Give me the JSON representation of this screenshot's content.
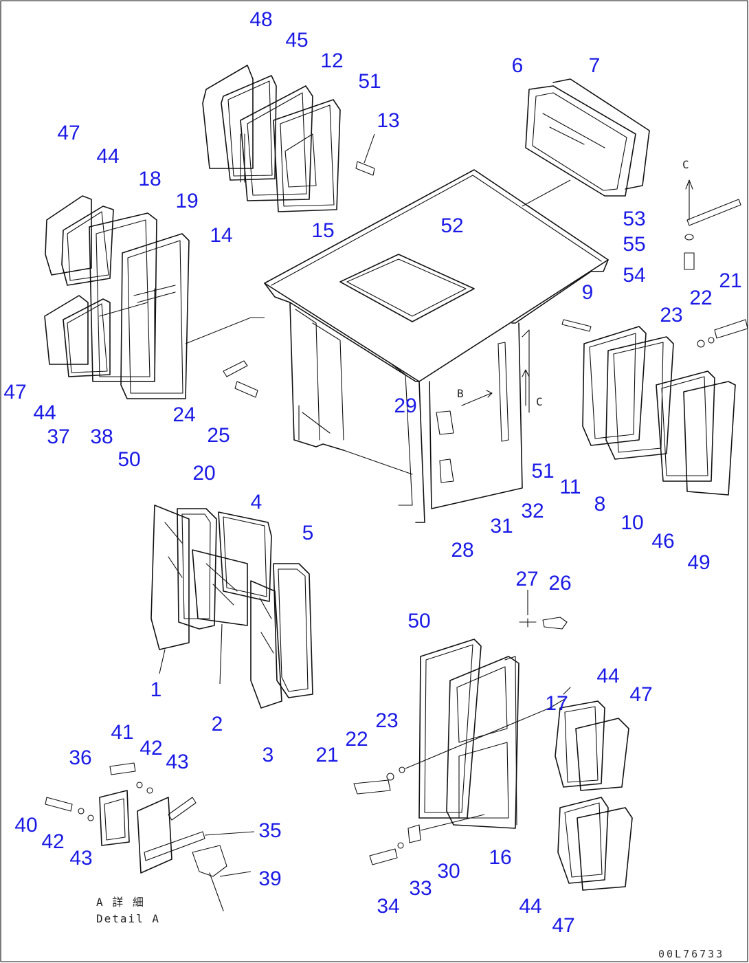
{
  "diagram": {
    "callouts": [
      {
        "id": "c48",
        "text": "48"
      },
      {
        "id": "c45",
        "text": "45"
      },
      {
        "id": "c12",
        "text": "12"
      },
      {
        "id": "c51a",
        "text": "51"
      },
      {
        "id": "c13",
        "text": "13"
      },
      {
        "id": "c6",
        "text": "6"
      },
      {
        "id": "c7",
        "text": "7"
      },
      {
        "id": "c47a",
        "text": "47"
      },
      {
        "id": "c44a",
        "text": "44"
      },
      {
        "id": "c18",
        "text": "18"
      },
      {
        "id": "c19",
        "text": "19"
      },
      {
        "id": "c14",
        "text": "14"
      },
      {
        "id": "c15",
        "text": "15"
      },
      {
        "id": "c52",
        "text": "52"
      },
      {
        "id": "c53",
        "text": "53"
      },
      {
        "id": "c55",
        "text": "55"
      },
      {
        "id": "c54",
        "text": "54"
      },
      {
        "id": "c21a",
        "text": "21"
      },
      {
        "id": "c22a",
        "text": "22"
      },
      {
        "id": "c23a",
        "text": "23"
      },
      {
        "id": "c9",
        "text": "9"
      },
      {
        "id": "c47b",
        "text": "47"
      },
      {
        "id": "c44b",
        "text": "44"
      },
      {
        "id": "c37",
        "text": "37"
      },
      {
        "id": "c38",
        "text": "38"
      },
      {
        "id": "c50a",
        "text": "50"
      },
      {
        "id": "c24",
        "text": "24"
      },
      {
        "id": "c25",
        "text": "25"
      },
      {
        "id": "c29",
        "text": "29"
      },
      {
        "id": "c51b",
        "text": "51"
      },
      {
        "id": "c11",
        "text": "11"
      },
      {
        "id": "c8",
        "text": "8"
      },
      {
        "id": "c10",
        "text": "10"
      },
      {
        "id": "c46",
        "text": "46"
      },
      {
        "id": "c49",
        "text": "49"
      },
      {
        "id": "c31",
        "text": "31"
      },
      {
        "id": "c32",
        "text": "32"
      },
      {
        "id": "c28",
        "text": "28"
      },
      {
        "id": "c20",
        "text": "20"
      },
      {
        "id": "c4",
        "text": "4"
      },
      {
        "id": "c5",
        "text": "5"
      },
      {
        "id": "c1",
        "text": "1"
      },
      {
        "id": "c2",
        "text": "2"
      },
      {
        "id": "c3",
        "text": "3"
      },
      {
        "id": "c27",
        "text": "27"
      },
      {
        "id": "c26",
        "text": "26"
      },
      {
        "id": "c50b",
        "text": "50"
      },
      {
        "id": "c17",
        "text": "17"
      },
      {
        "id": "c44c",
        "text": "44"
      },
      {
        "id": "c47c",
        "text": "47"
      },
      {
        "id": "c23b",
        "text": "23"
      },
      {
        "id": "c22b",
        "text": "22"
      },
      {
        "id": "c21b",
        "text": "21"
      },
      {
        "id": "c41",
        "text": "41"
      },
      {
        "id": "c42a",
        "text": "42"
      },
      {
        "id": "c43a",
        "text": "43"
      },
      {
        "id": "c36",
        "text": "36"
      },
      {
        "id": "c40",
        "text": "40"
      },
      {
        "id": "c42b",
        "text": "42"
      },
      {
        "id": "c43b",
        "text": "43"
      },
      {
        "id": "c35",
        "text": "35"
      },
      {
        "id": "c39",
        "text": "39"
      },
      {
        "id": "c30",
        "text": "30"
      },
      {
        "id": "c16",
        "text": "16"
      },
      {
        "id": "c33",
        "text": "33"
      },
      {
        "id": "c34",
        "text": "34"
      },
      {
        "id": "c44d",
        "text": "44"
      },
      {
        "id": "c47d",
        "text": "47"
      }
    ],
    "detail_jp": "A 詳 細",
    "detail_en": "Detail A",
    "drawing_code": "00L76733"
  }
}
